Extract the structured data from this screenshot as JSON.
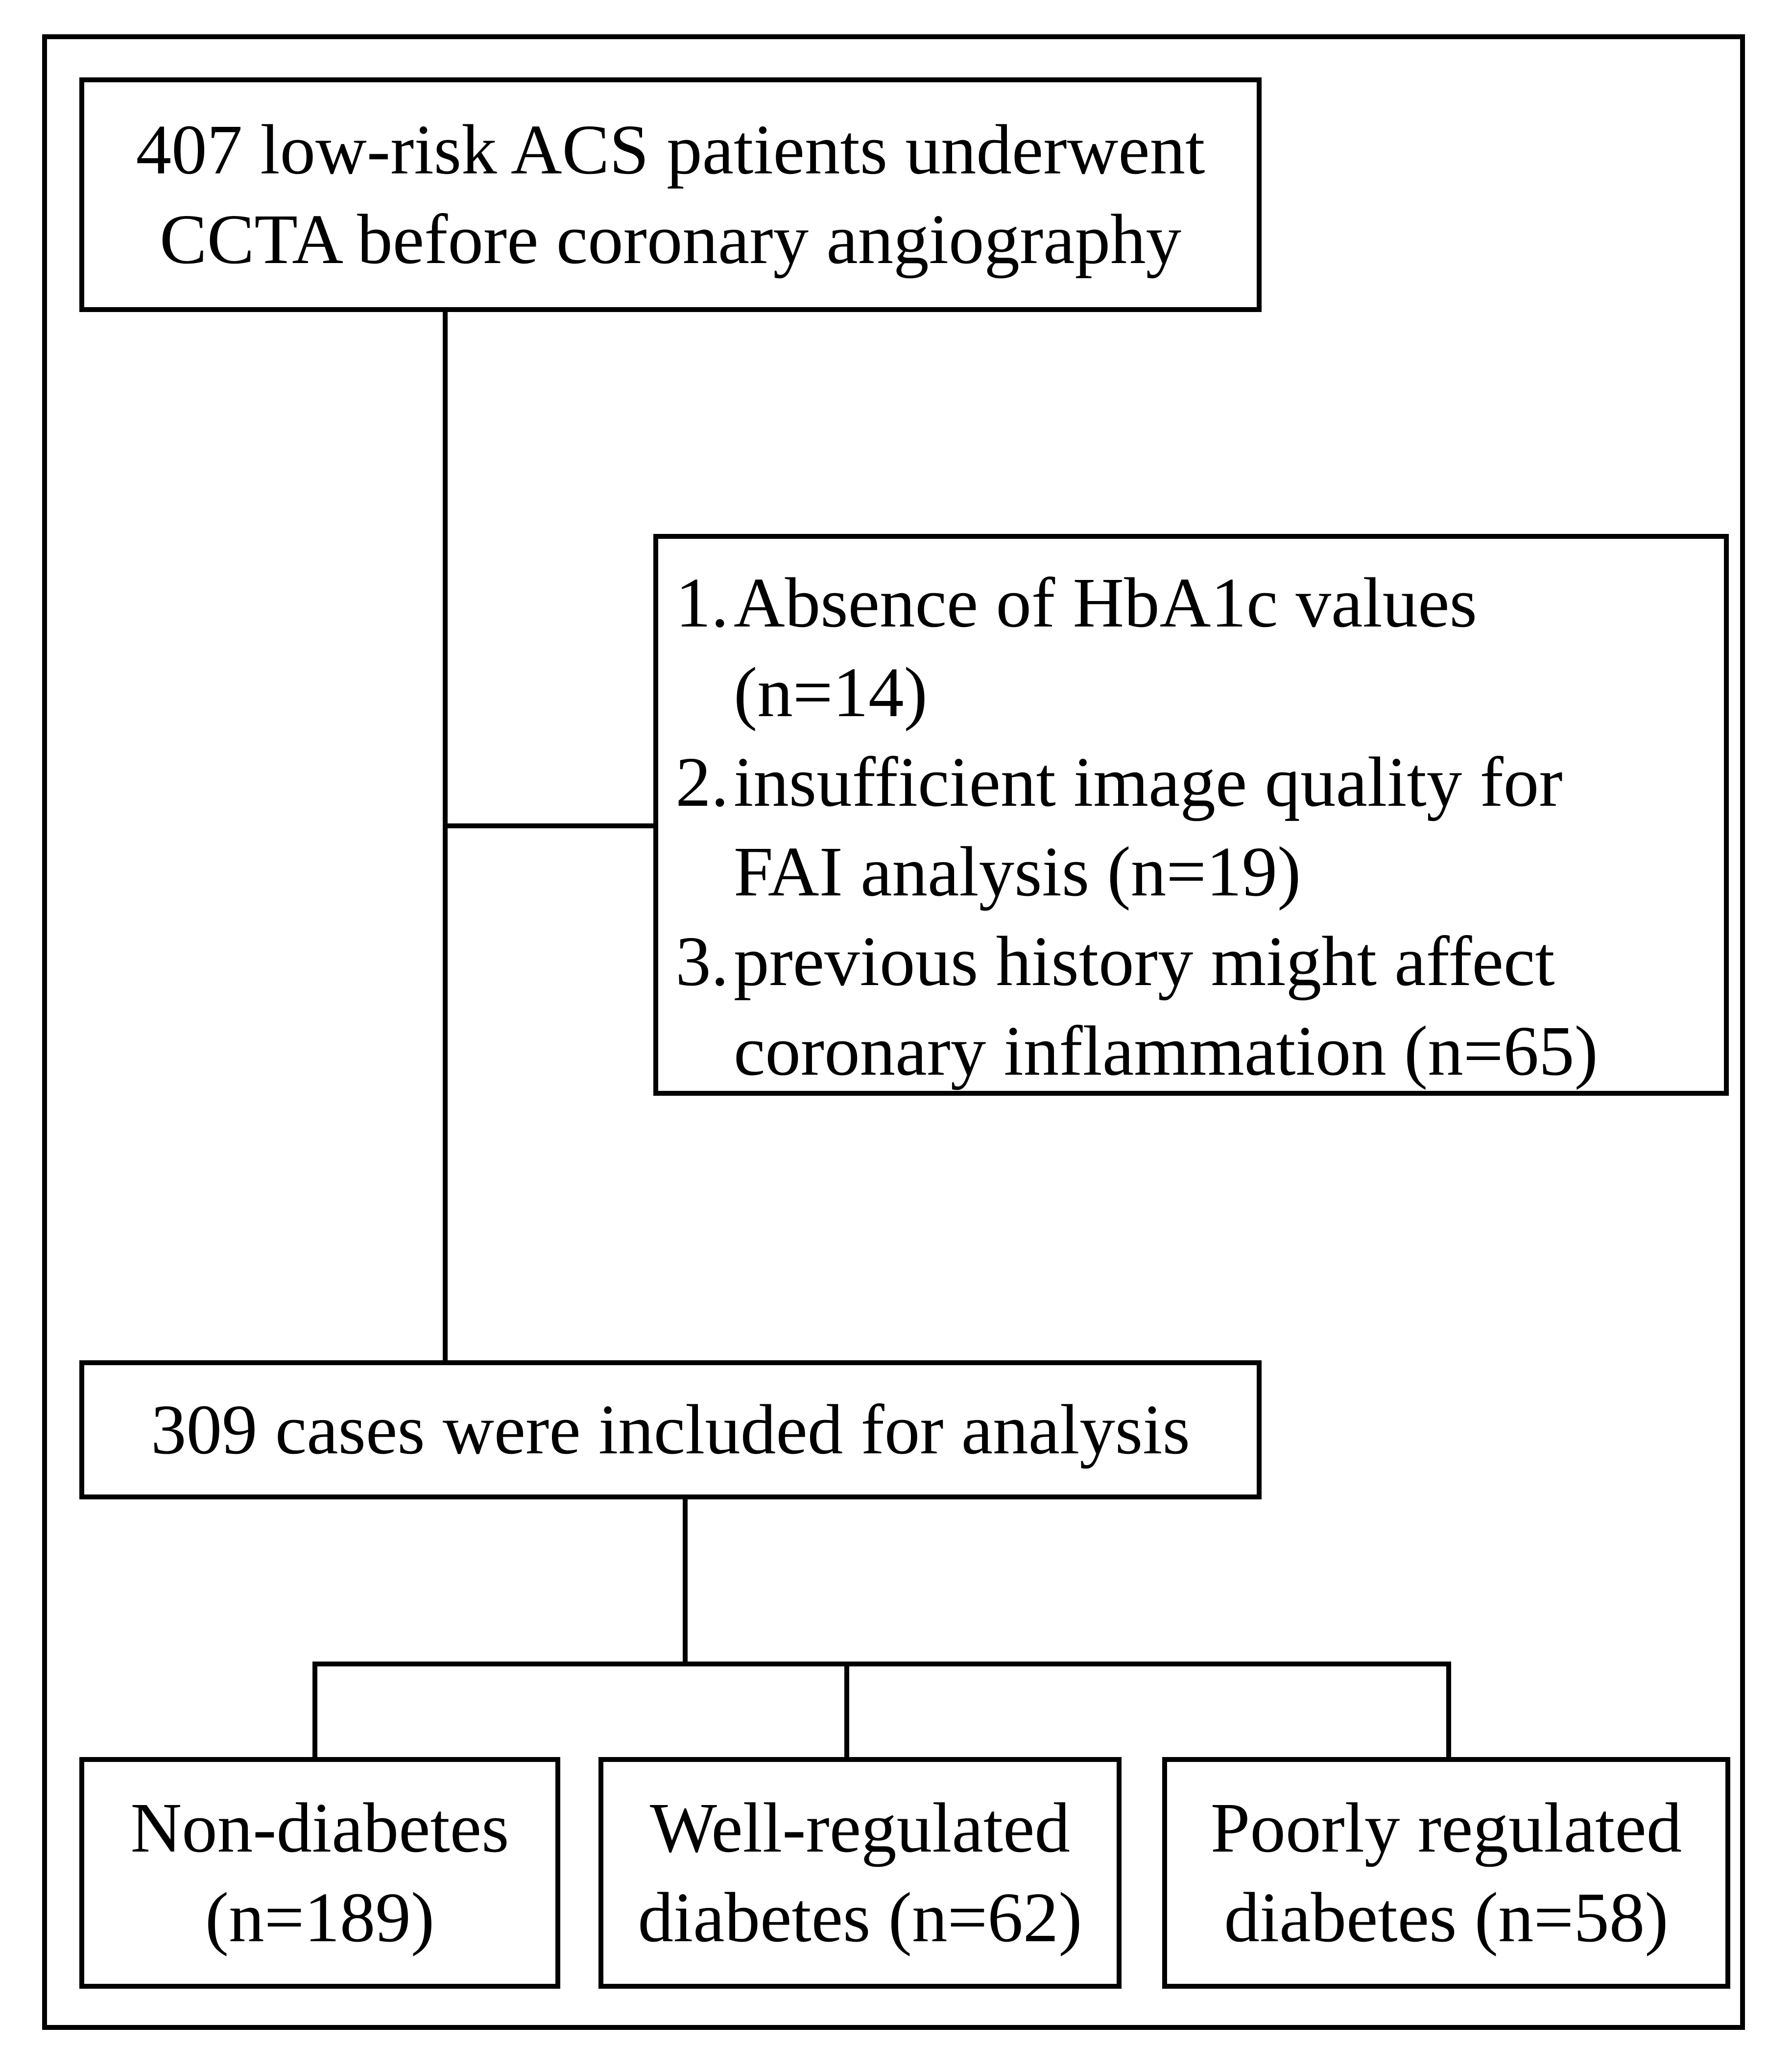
{
  "flowchart": {
    "top_box": {
      "line1": "407 low-risk ACS patients underwent",
      "line2": "CCTA before coronary angiography"
    },
    "exclusion_box": {
      "items": [
        {
          "num": "1.",
          "line1": "Absence of HbA1c values",
          "line2": "(n=14)"
        },
        {
          "num": "2.",
          "line1": "insufficient image quality for",
          "line2": "FAI analysis (n=19)"
        },
        {
          "num": "3.",
          "line1": "previous history might affect",
          "line2": "coronary inflammation (n=65)"
        }
      ]
    },
    "included_box": {
      "text": "309 cases were included for analysis"
    },
    "groups": [
      {
        "line1": "Non-diabetes",
        "line2": "(n=189)"
      },
      {
        "line1": "Well-regulated",
        "line2": "diabetes (n=62)"
      },
      {
        "line1": "Poorly regulated",
        "line2": "diabetes (n=58)"
      }
    ]
  }
}
